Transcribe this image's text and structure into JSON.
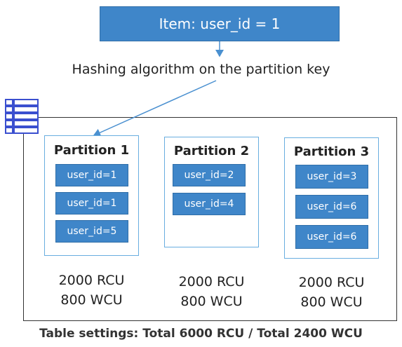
{
  "item_label": "Item: user_id = 1",
  "hashing_label": "Hashing algorithm on the partition key",
  "table_icon": "table-grid-icon",
  "partitions": [
    {
      "title": "Partition 1",
      "items": [
        "user_id=1",
        "user_id=1",
        "user_id=5"
      ],
      "rcu": "2000 RCU",
      "wcu": "800 WCU"
    },
    {
      "title": "Partition 2",
      "items": [
        "user_id=2",
        "user_id=4"
      ],
      "rcu": "2000 RCU",
      "wcu": "800 WCU"
    },
    {
      "title": "Partition 3",
      "items": [
        "user_id=3",
        "user_id=6",
        "user_id=6"
      ],
      "rcu": "2000 RCU",
      "wcu": "800 WCU"
    }
  ],
  "footer": "Table settings: Total 6000 RCU / Total 2400 WCU",
  "colors": {
    "item_fill": "#3f86c9",
    "partition_border": "#69aee0",
    "arrow": "#4a90d0",
    "icon": "#3a4fcf"
  }
}
